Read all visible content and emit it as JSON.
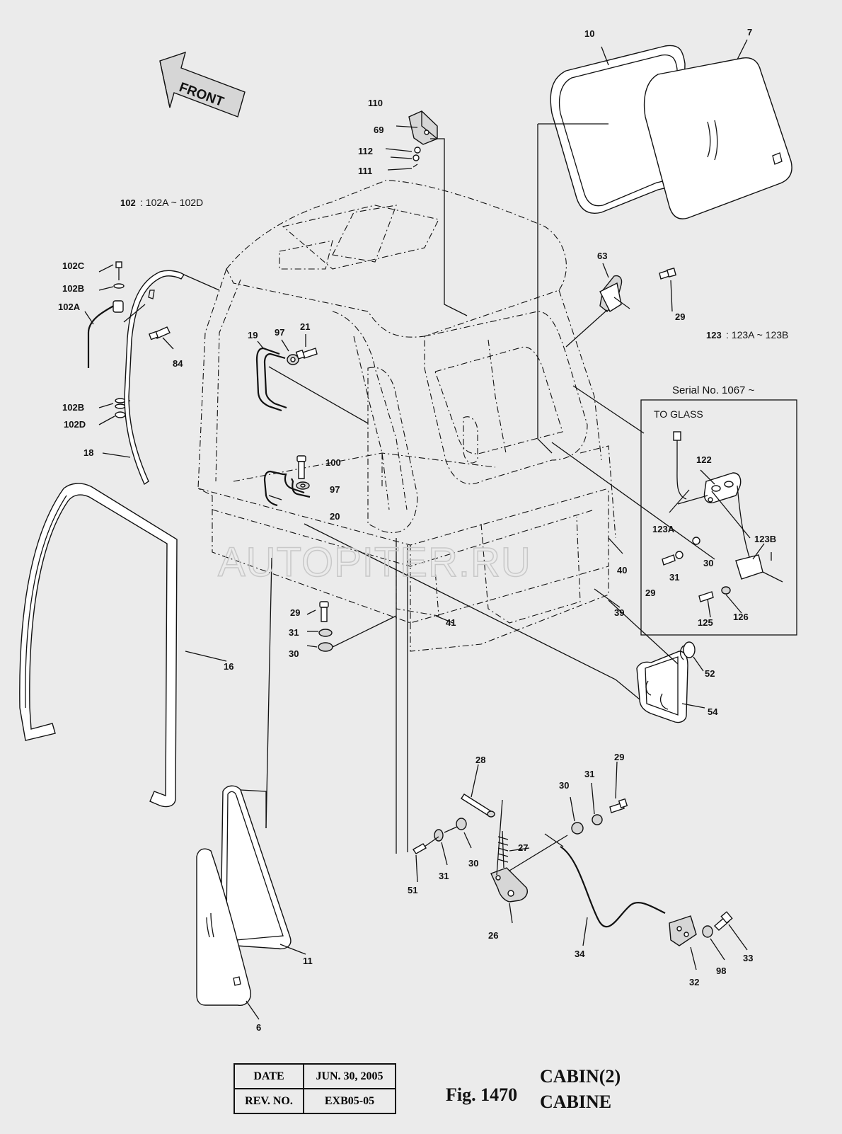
{
  "front_arrow": {
    "text": "FRONT"
  },
  "groups": {
    "g102": {
      "key": "102",
      "range": " : 102A ~ 102D"
    },
    "g123": {
      "key": "123",
      "range": " : 123A ~ 123B"
    }
  },
  "inset": {
    "title": "Serial No. 1067 ~",
    "to_glass": "TO GLASS"
  },
  "watermark": "AUTOPITER.RU",
  "labels": {
    "p10": "10",
    "p7": "7",
    "p110": "110",
    "p69": "69",
    "p112": "112",
    "p111": "111",
    "p102C": "102C",
    "p102B_top": "102B",
    "p102A": "102A",
    "p84": "84",
    "p102B_bot": "102B",
    "p102D": "102D",
    "p18": "18",
    "p19": "19",
    "p97_top": "97",
    "p21": "21",
    "p100": "100",
    "p97_mid": "97",
    "p20": "20",
    "p63": "63",
    "p29_top": "29",
    "p122": "122",
    "p123A": "123A",
    "p123B": "123B",
    "p30_inset": "30",
    "p31_inset": "31",
    "p29_inset": "29",
    "p125": "125",
    "p126": "126",
    "p40": "40",
    "p39": "39",
    "p41": "41",
    "p29_left": "29",
    "p31_left": "31",
    "p30_left": "30",
    "p16": "16",
    "p52": "52",
    "p54": "54",
    "p28": "28",
    "p29_lower": "29",
    "p31_lower": "31",
    "p30_lower": "30",
    "p30_mid": "30",
    "p31_mid": "31",
    "p27": "27",
    "p51": "51",
    "p26": "26",
    "p34": "34",
    "p33": "33",
    "p98": "98",
    "p32": "32",
    "p11": "11",
    "p6": "6"
  },
  "title_block": {
    "date_label": "DATE",
    "date_value": "JUN. 30, 2005",
    "rev_label": "REV. NO.",
    "rev_value": "EXB05-05"
  },
  "figure": {
    "number": "Fig. 1470",
    "title_en": "CABIN(2)",
    "title_fr": "CABINE"
  }
}
